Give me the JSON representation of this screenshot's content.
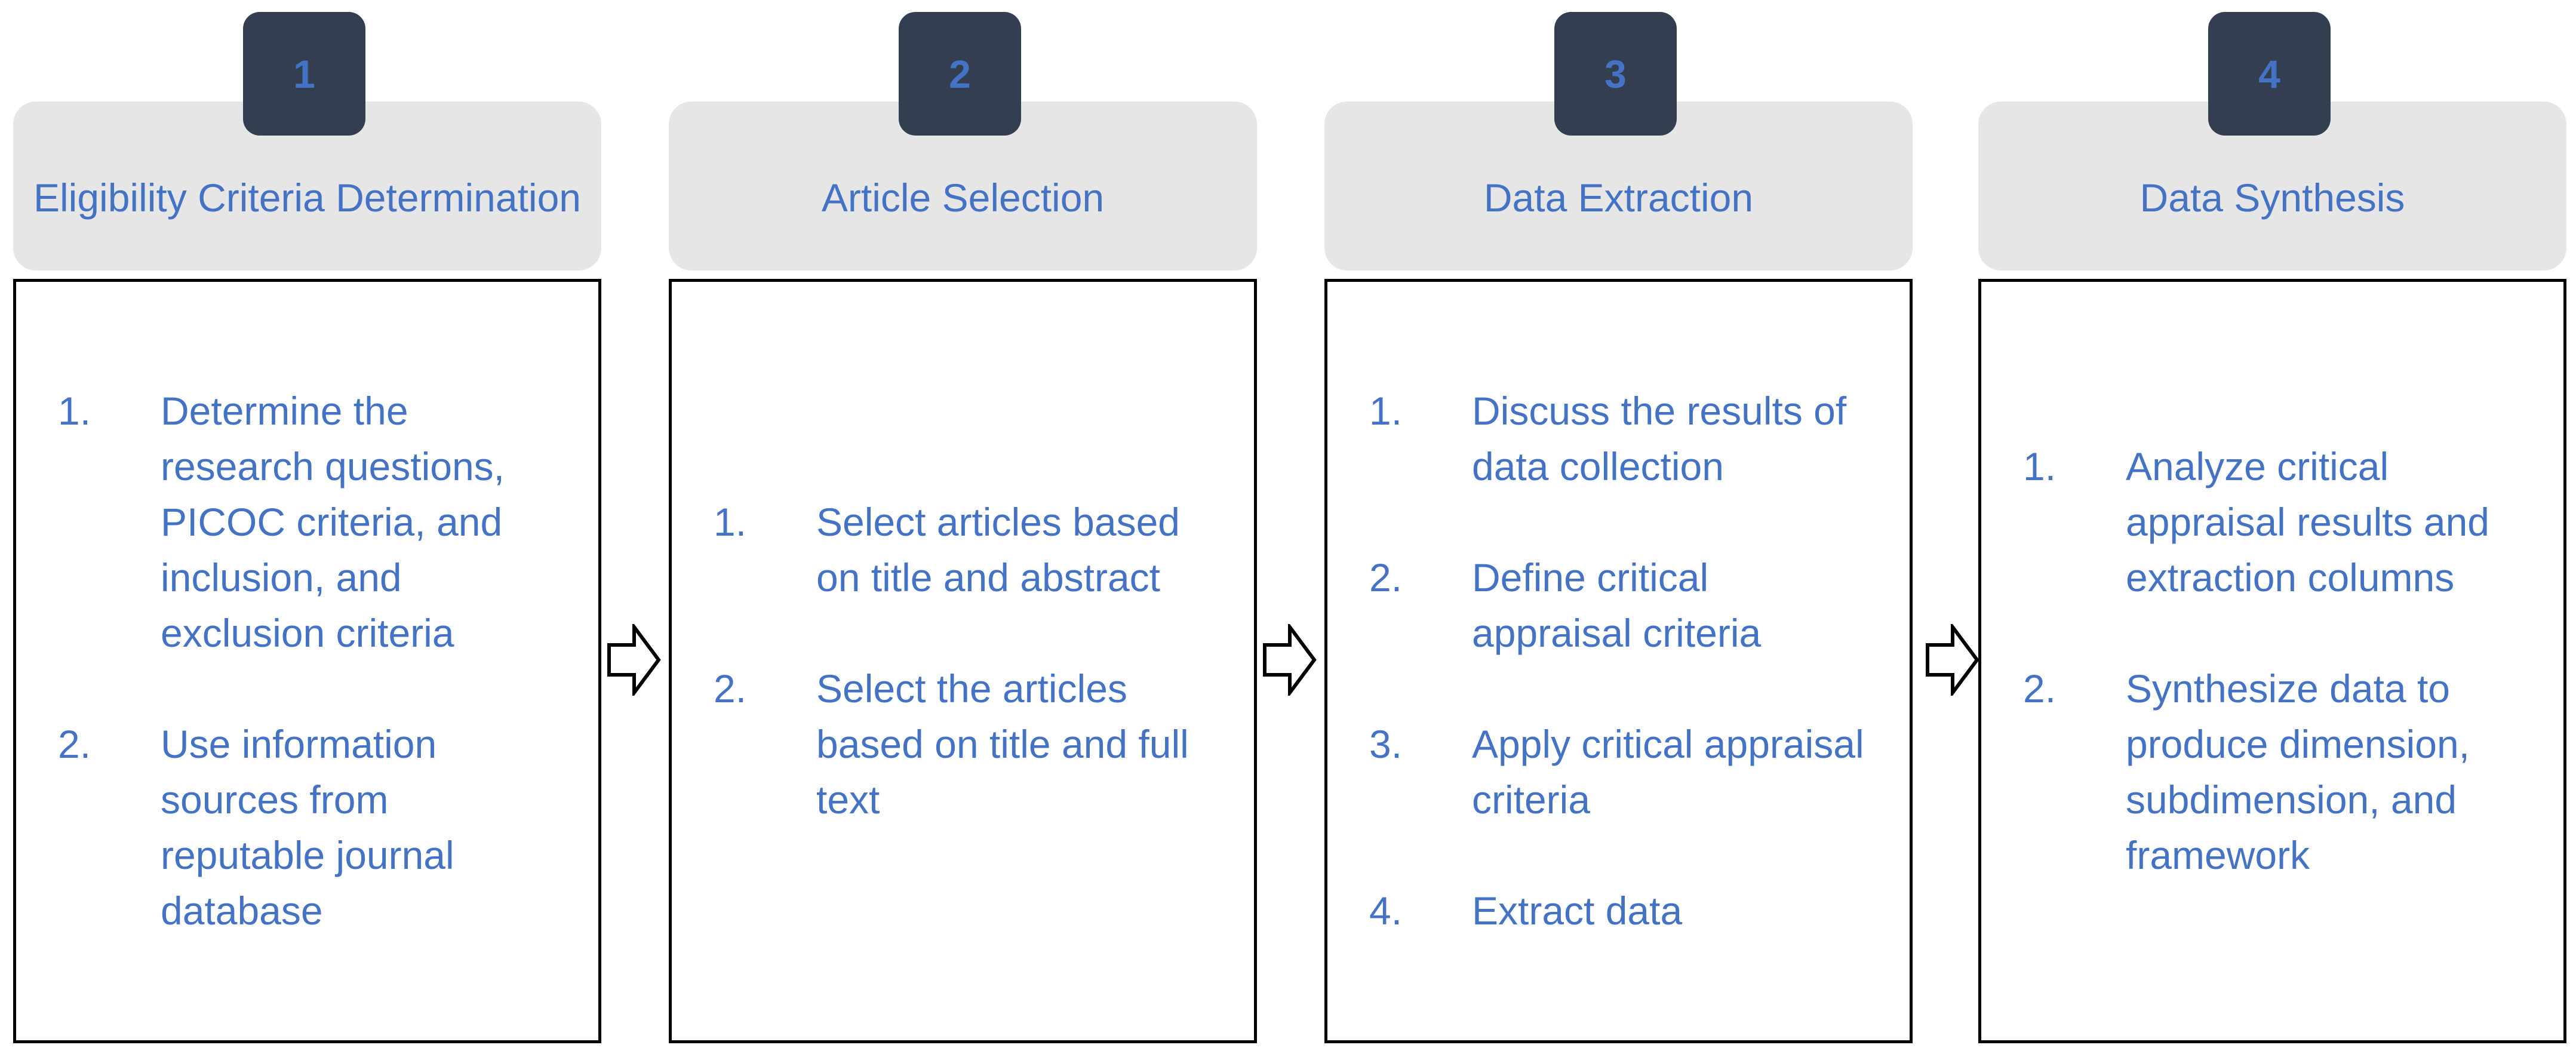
{
  "stages": [
    {
      "number": "1",
      "title": "Eligibility Criteria Determination",
      "steps": [
        {
          "num": "1.",
          "text": "Determine the research questions, PICOC criteria, and inclusion, and exclusion criteria"
        },
        {
          "num": "2.",
          "text": "Use information sources from reputable journal database"
        }
      ]
    },
    {
      "number": "2",
      "title": "Article Selection",
      "steps": [
        {
          "num": "1.",
          "text": "Select articles based on title and abstract"
        },
        {
          "num": "2.",
          "text": "Select the articles based on title and full text"
        }
      ]
    },
    {
      "number": "3",
      "title": "Data Extraction",
      "steps": [
        {
          "num": "1.",
          "text": "Discuss the results of data collection"
        },
        {
          "num": "2.",
          "text": "Define critical appraisal criteria"
        },
        {
          "num": "3.",
          "text": "Apply critical appraisal criteria"
        },
        {
          "num": "4.",
          "text": "Extract data"
        }
      ]
    },
    {
      "number": "4",
      "title": "Data Synthesis",
      "steps": [
        {
          "num": "1.",
          "text": "Analyze critical appraisal results and extraction columns"
        },
        {
          "num": "2.",
          "text": "Synthesize data to produce dimension, subdimension, and framework"
        }
      ]
    }
  ],
  "colors": {
    "text_blue": "#4472c4",
    "badge_bg": "#333f50",
    "header_bg": "#e7e6e6",
    "box_border": "#000000"
  },
  "icons": [
    "right-arrow-icon"
  ]
}
